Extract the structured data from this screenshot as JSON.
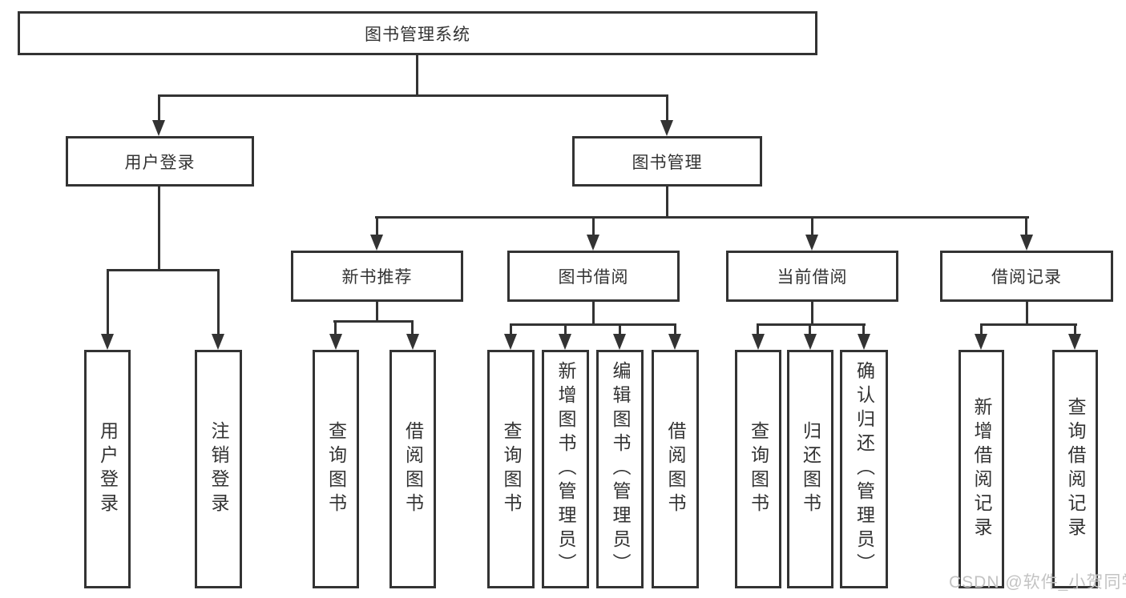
{
  "diagram": {
    "root": {
      "label": "图书管理系统"
    },
    "branches": [
      {
        "label": "用户登录",
        "leaves": [
          {
            "label": "用户登录"
          },
          {
            "label": "注销登录"
          }
        ]
      },
      {
        "label": "图书管理",
        "sections": [
          {
            "label": "新书推荐",
            "leaves": [
              {
                "label": "查询图书"
              },
              {
                "label": "借阅图书"
              }
            ]
          },
          {
            "label": "图书借阅",
            "leaves": [
              {
                "label": "查询图书"
              },
              {
                "label": "新增图书（管理员）"
              },
              {
                "label": "编辑图书（管理员）"
              },
              {
                "label": "借阅图书"
              }
            ]
          },
          {
            "label": "当前借阅",
            "leaves": [
              {
                "label": "查询图书"
              },
              {
                "label": "归还图书"
              },
              {
                "label": "确认归还（管理员）"
              }
            ]
          },
          {
            "label": "借阅记录",
            "leaves": [
              {
                "label": "新增借阅记录"
              },
              {
                "label": "查询借阅记录"
              }
            ]
          }
        ]
      }
    ]
  },
  "watermark": {
    "text": "CSDN @软件_小贺同学"
  },
  "colors": {
    "line": "#333333",
    "text": "#333333",
    "watermark": "#c3c3c3",
    "background": "#ffffff"
  }
}
